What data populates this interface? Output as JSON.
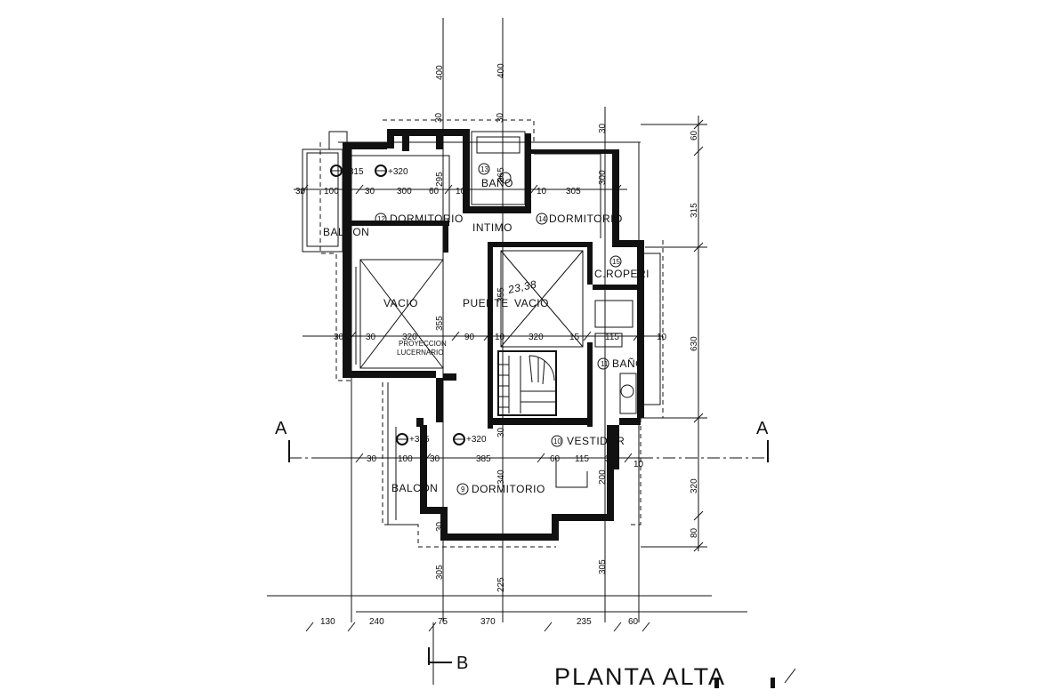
{
  "title": "PLANTA ALTA",
  "section_marks": {
    "left": "A",
    "right": "A",
    "bottom": "B"
  },
  "rooms": {
    "r12": {
      "number": "12",
      "name": "DORMITORIO"
    },
    "r14": {
      "number": "14",
      "name": "DORMITORIO"
    },
    "r13": {
      "number": "13",
      "name": "BAÑO"
    },
    "r15": {
      "number": "15",
      "name": "C.ROPERI"
    },
    "r11": {
      "number": "11",
      "name": "BAÑO"
    },
    "r10": {
      "number": "10",
      "name": "VESTIDOR"
    },
    "r9": {
      "number": "9",
      "name": "DORMITORIO"
    }
  },
  "labels": {
    "intimo": "INTIMO",
    "vacio_left": "VACIO",
    "puente": "PUENTE",
    "vacio_right": "VACIO",
    "balcon_top": "BALCON",
    "balcon_bottom": "BALCON",
    "proyeccion": "PROYECCION",
    "lucernario": "LUCERNARIO",
    "handwritten": "23,38",
    "level_a1": "+315",
    "level_a2": "+320",
    "level_b1": "+315",
    "level_b2": "+320"
  },
  "dimensions": {
    "top_1": "400",
    "top_2": "400",
    "right_1": "60",
    "right_2": "315",
    "right_3": "630",
    "right_4": "320",
    "right_5": "80",
    "bottom_1": "130",
    "bottom_2": "240",
    "bottom_3": "75",
    "bottom_4": "370",
    "bottom_5": "235",
    "bottom_6": "60",
    "row1_a": "30",
    "row1_b": "100",
    "row1_c": "30",
    "row1_d": "300",
    "row1_e": "60",
    "row1_f": "10",
    "row1_g": "10",
    "row1_h": "305",
    "row2_a": "30",
    "row2_b": "30",
    "row2_c": "320",
    "row2_d": "90",
    "row2_e": "10",
    "row2_f": "320",
    "row2_g": "15",
    "row2_h": "115",
    "row2_i": "10",
    "row3_a": "30",
    "row3_b": "100",
    "row3_c": "30",
    "row3_d": "385",
    "row3_e": "60",
    "row3_f": "115",
    "row3_g": "30",
    "row3_h": "10",
    "v_top_1": "30",
    "v_top_2": "30",
    "v_top_3": "30",
    "v_295": "295",
    "v_265": "265",
    "v_300": "300",
    "v_355a": "355",
    "v_355b": "355",
    "v_340": "340",
    "v_200": "200",
    "v_305a": "305",
    "v_225": "225",
    "v_305b": "305",
    "v_30a": "30",
    "v_30b": "30",
    "v_30c": "30"
  }
}
